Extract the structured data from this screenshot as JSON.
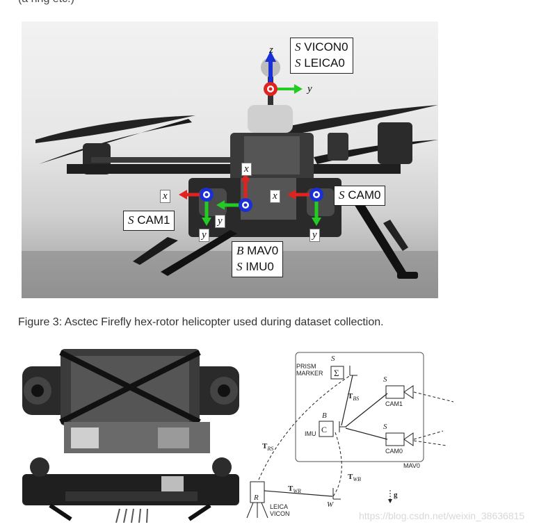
{
  "top_clip_text": "(a ring etc.)",
  "figure3": {
    "caption": "Figure 3: Asctec Firefly hex-rotor helicopter used during dataset collection.",
    "labels": {
      "vicon": {
        "frame": "S",
        "name": "VICON0"
      },
      "leica": {
        "frame": "S",
        "name": "LEICA0"
      },
      "cam0": {
        "frame": "S",
        "name": "CAM0"
      },
      "cam1": {
        "frame": "S",
        "name": "CAM1"
      },
      "mav0": {
        "frame": "B",
        "name": "MAV0"
      },
      "imu0": {
        "frame": "S",
        "name": "IMU0"
      }
    },
    "axes": {
      "z": "z",
      "y": "y",
      "x": "x"
    }
  },
  "diagram": {
    "prism_marker": [
      "PRISM",
      "MARKER"
    ],
    "s": "S",
    "b": "B",
    "r": "R",
    "w": "W",
    "imu": "IMU",
    "cam1": "CAM1",
    "cam0": "CAM0",
    "mav0": "MAV0",
    "leica_vicon": [
      "LEICA",
      "VICON"
    ],
    "g": "g",
    "t_bs": {
      "T": "T",
      "sub": "BS"
    },
    "t_rs": {
      "T": "T",
      "sub": "RS"
    },
    "t_wb": {
      "T": "T",
      "sub": "WB"
    },
    "t_wr": {
      "T": "T",
      "sub": "WR"
    }
  },
  "watermark": "https://blog.csdn.net/weixin_38636815",
  "colors": {
    "axis_red": "#e0231f",
    "axis_green": "#22cc22",
    "axis_blue": "#1a2fd6"
  }
}
